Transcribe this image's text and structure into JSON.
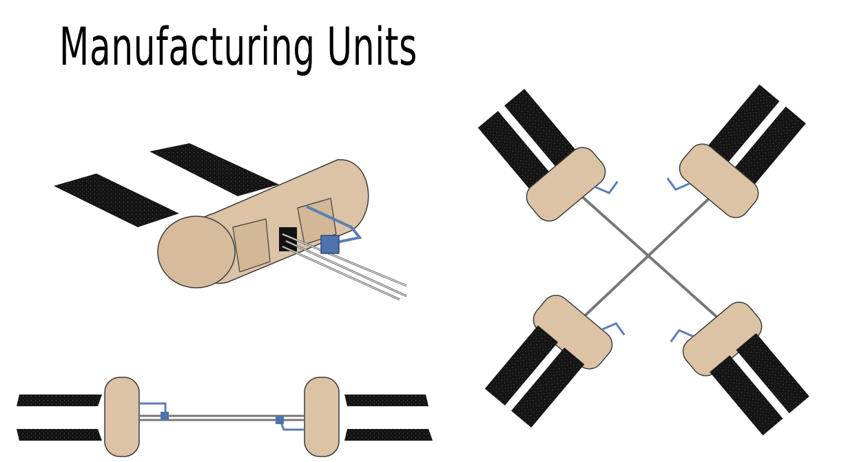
{
  "title": "Manufacturing Units",
  "colors": {
    "module_body": "#dcc3a6",
    "module_edge": "#3a3a3a",
    "solar_panel": "#141414",
    "connector": "#5b7fb4",
    "truss": "#d9d9d9"
  },
  "views": [
    {
      "name": "isometric-view",
      "units": 1
    },
    {
      "name": "side-view",
      "units": 2
    },
    {
      "name": "top-view",
      "units": 4
    }
  ]
}
